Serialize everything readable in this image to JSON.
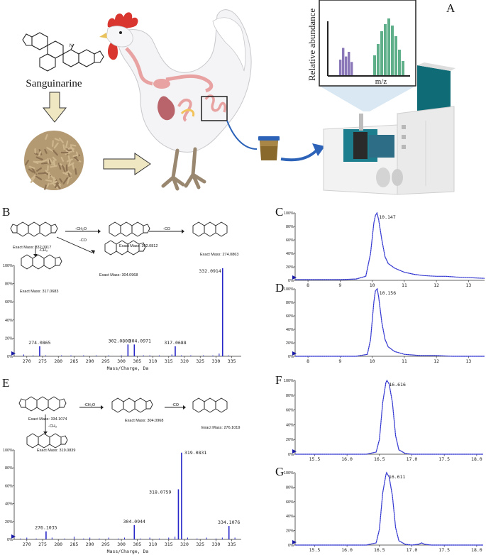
{
  "panel_letters": [
    "A",
    "B",
    "C",
    "D",
    "E",
    "F",
    "G"
  ],
  "panelA": {
    "compound": "Sanguinarine",
    "ms_ylabel": "Relative abundance",
    "ms_xlabel": "m/z",
    "colors": {
      "purple": "#8a78b8",
      "green": "#5fb08a",
      "arrow": "#2c63b8",
      "cup": "#e2e2e2",
      "feed": "#b49a72"
    }
  },
  "panelB": {
    "parent_label": "Exact Mass: 332.0917",
    "frag1_label": "Exact Mass: 302.0812",
    "frag2_label": "Exact Mass: 274.0863",
    "frag3_label": "Exact Mass: 317.0683",
    "frag4_label": "Exact Mass: 304.0968",
    "loss1": "-CH₂O",
    "loss2": "-CO",
    "loss3": "-CH₃",
    "loss4": "-CO"
  },
  "panelE": {
    "parent_label": "Exact Mass: 334.1074",
    "frag1_label": "Exact Mass: 304.0968",
    "frag2_label": "Exact Mass: 276.1019",
    "frag3_label": "Exact Mass: 319.0839",
    "loss1": "-CH₂O",
    "loss2": "-CO",
    "loss3": "-CH₃"
  },
  "chart_data": [
    {
      "id": "B",
      "type": "bar",
      "xlabel": "Mass/Charge, Da",
      "xlim": [
        266,
        338
      ],
      "ylim": [
        0,
        100
      ],
      "xticks": [
        270,
        275,
        280,
        285,
        290,
        295,
        300,
        305,
        310,
        315,
        320,
        325,
        330,
        335
      ],
      "yticks": [
        "0%",
        "20%",
        "40%",
        "60%",
        "80%",
        "100%"
      ],
      "peaks": [
        {
          "x": 274.0865,
          "y": 11,
          "label": "274.0865"
        },
        {
          "x": 302.0808,
          "y": 13,
          "label": "302.0808"
        },
        {
          "x": 304.0971,
          "y": 13,
          "label": "304.0971"
        },
        {
          "x": 317.0688,
          "y": 11,
          "label": "317.0688"
        },
        {
          "x": 332.0914,
          "y": 97,
          "label": "332.0914"
        }
      ],
      "minor_peaks": [
        [
          269,
          2
        ],
        [
          272,
          1
        ],
        [
          276,
          1
        ],
        [
          281,
          1
        ],
        [
          284,
          1
        ],
        [
          288,
          1
        ],
        [
          292,
          1
        ],
        [
          296,
          1
        ],
        [
          300,
          1
        ],
        [
          307,
          1
        ],
        [
          309,
          1
        ],
        [
          312,
          1
        ],
        [
          316,
          2
        ],
        [
          319,
          1
        ],
        [
          322,
          1
        ],
        [
          326,
          1
        ],
        [
          329,
          1
        ],
        [
          331,
          3
        ],
        [
          334,
          1
        ]
      ]
    },
    {
      "id": "C",
      "type": "line",
      "xlim": [
        7.6,
        13.5
      ],
      "ylim": [
        0,
        100
      ],
      "xticks": [
        8,
        9,
        10,
        11,
        12,
        13
      ],
      "yticks": [
        "0%",
        "20%",
        "40%",
        "60%",
        "80%",
        "100%"
      ],
      "peak_label": "10.147",
      "x": [
        7.6,
        8.0,
        8.5,
        9.0,
        9.5,
        9.8,
        9.95,
        10.05,
        10.1,
        10.147,
        10.2,
        10.3,
        10.4,
        10.5,
        10.7,
        11.0,
        11.3,
        11.6,
        12.0,
        12.3,
        12.6,
        13.0,
        13.5
      ],
      "y": [
        1,
        1,
        1,
        1,
        2,
        6,
        40,
        85,
        96,
        100,
        90,
        60,
        35,
        25,
        18,
        12,
        9,
        7,
        6,
        6,
        5,
        4,
        3
      ]
    },
    {
      "id": "D",
      "type": "line",
      "xlim": [
        7.6,
        13.5
      ],
      "ylim": [
        0,
        100
      ],
      "xticks": [
        8,
        9,
        10,
        11,
        12,
        13
      ],
      "yticks": [
        "0%",
        "20%",
        "40%",
        "60%",
        "80%",
        "100%"
      ],
      "peak_label": "10.156",
      "x": [
        7.6,
        8.0,
        8.5,
        9.0,
        9.5,
        9.85,
        9.95,
        10.05,
        10.1,
        10.156,
        10.2,
        10.3,
        10.4,
        10.5,
        10.7,
        11.0,
        11.5,
        12.0,
        12.5,
        13.0,
        13.5
      ],
      "y": [
        0,
        0,
        0,
        0,
        0,
        3,
        25,
        80,
        97,
        100,
        88,
        50,
        25,
        14,
        7,
        3,
        1,
        1,
        0,
        0,
        0
      ]
    },
    {
      "id": "E",
      "type": "bar",
      "xlabel": "Mass/Charge, Da",
      "xlim": [
        266,
        338
      ],
      "ylim": [
        0,
        100
      ],
      "xticks": [
        270,
        275,
        280,
        285,
        290,
        295,
        300,
        305,
        310,
        315,
        320,
        325,
        330,
        335
      ],
      "yticks": [
        "0%",
        "20%",
        "40%",
        "60%",
        "80%",
        "100%"
      ],
      "peaks": [
        {
          "x": 276.1035,
          "y": 9,
          "label": "276.1035"
        },
        {
          "x": 304.0944,
          "y": 16,
          "label": "304.0944"
        },
        {
          "x": 318.0759,
          "y": 56,
          "label": "318.0759"
        },
        {
          "x": 319.0831,
          "y": 97,
          "label": "319.0831"
        },
        {
          "x": 334.1076,
          "y": 15,
          "label": "334.1076"
        }
      ],
      "minor_peaks": [
        [
          268,
          1
        ],
        [
          270,
          2
        ],
        [
          273,
          1
        ],
        [
          278,
          2
        ],
        [
          282,
          1
        ],
        [
          285,
          3
        ],
        [
          288,
          1
        ],
        [
          290,
          2
        ],
        [
          293,
          1
        ],
        [
          296,
          2
        ],
        [
          299,
          1
        ],
        [
          301,
          2
        ],
        [
          306,
          1
        ],
        [
          309,
          2
        ],
        [
          312,
          1
        ],
        [
          315,
          2
        ],
        [
          317,
          3
        ],
        [
          321,
          2
        ],
        [
          324,
          1
        ],
        [
          327,
          2
        ],
        [
          330,
          1
        ],
        [
          332,
          2
        ],
        [
          336,
          2
        ]
      ]
    },
    {
      "id": "F",
      "type": "line",
      "xlim": [
        15.2,
        18.1
      ],
      "ylim": [
        0,
        100
      ],
      "xticks": [
        15.5,
        16.0,
        16.5,
        17.0,
        17.5,
        18.0
      ],
      "xtick_labels": [
        "15.5",
        "16.0",
        "16.5",
        "17.0",
        "17.5",
        "18.0"
      ],
      "yticks": [
        "0%",
        "20%",
        "40%",
        "60%",
        "80%",
        "100%"
      ],
      "peak_label": "16.616",
      "x": [
        15.2,
        15.6,
        16.0,
        16.3,
        16.45,
        16.5,
        16.55,
        16.6,
        16.616,
        16.65,
        16.7,
        16.75,
        16.8,
        16.9,
        17.0,
        17.5,
        18.1
      ],
      "y": [
        0,
        0,
        0,
        0,
        3,
        20,
        70,
        97,
        100,
        95,
        70,
        25,
        6,
        1,
        0,
        0,
        0
      ]
    },
    {
      "id": "G",
      "type": "line",
      "xlim": [
        15.2,
        18.1
      ],
      "ylim": [
        0,
        100
      ],
      "xticks": [
        15.5,
        16.0,
        16.5,
        17.0,
        17.5,
        18.0
      ],
      "xtick_labels": [
        "15.5",
        "16.0",
        "16.5",
        "17.0",
        "17.5",
        "18.0"
      ],
      "yticks": [
        "0%",
        "20%",
        "40%",
        "60%",
        "80%",
        "100%"
      ],
      "peak_label": "16.611",
      "x": [
        15.2,
        15.6,
        16.0,
        16.3,
        16.45,
        16.5,
        16.55,
        16.6,
        16.611,
        16.65,
        16.7,
        16.75,
        16.8,
        16.9,
        17.0,
        17.1,
        17.15,
        17.2,
        17.3,
        17.5,
        18.1
      ],
      "y": [
        0,
        0,
        0,
        0,
        3,
        22,
        72,
        97,
        100,
        94,
        68,
        24,
        6,
        1,
        0,
        1,
        3,
        1,
        0,
        0,
        0
      ]
    }
  ]
}
